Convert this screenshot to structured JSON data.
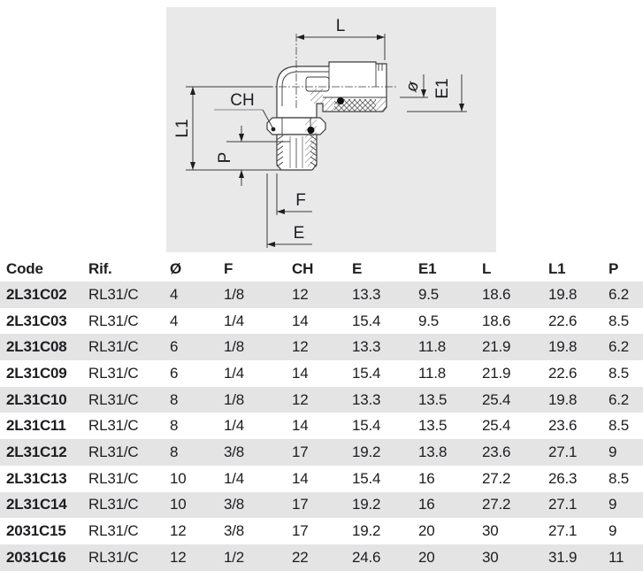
{
  "diagram": {
    "labels": {
      "l": "L",
      "dia": "ø",
      "e1": "E1",
      "ch": "CH",
      "l1": "L1",
      "p": "P",
      "f": "F",
      "e": "E"
    }
  },
  "table": {
    "columns": [
      "Code",
      "Rif.",
      "Ø",
      "F",
      "CH",
      "E",
      "E1",
      "L",
      "L1",
      "P"
    ],
    "rows": [
      [
        "2L31C02",
        "RL31/C",
        "4",
        "1/8",
        "12",
        "13.3",
        "9.5",
        "18.6",
        "19.8",
        "6.2"
      ],
      [
        "2L31C03",
        "RL31/C",
        "4",
        "1/4",
        "14",
        "15.4",
        "9.5",
        "18.6",
        "22.6",
        "8.5"
      ],
      [
        "2L31C08",
        "RL31/C",
        "6",
        "1/8",
        "12",
        "13.3",
        "11.8",
        "21.9",
        "19.8",
        "6.2"
      ],
      [
        "2L31C09",
        "RL31/C",
        "6",
        "1/4",
        "14",
        "15.4",
        "11.8",
        "21.9",
        "22.6",
        "8.5"
      ],
      [
        "2L31C10",
        "RL31/C",
        "8",
        "1/8",
        "12",
        "13.3",
        "13.5",
        "25.4",
        "19.8",
        "6.2"
      ],
      [
        "2L31C11",
        "RL31/C",
        "8",
        "1/4",
        "14",
        "15.4",
        "13.5",
        "25.4",
        "23.6",
        "8.5"
      ],
      [
        "2L31C12",
        "RL31/C",
        "8",
        "3/8",
        "17",
        "19.2",
        "13.8",
        "23.6",
        "27.1",
        "9"
      ],
      [
        "2L31C13",
        "RL31/C",
        "10",
        "1/4",
        "14",
        "15.4",
        "16",
        "27.2",
        "26.3",
        "8.5"
      ],
      [
        "2L31C14",
        "RL31/C",
        "10",
        "3/8",
        "17",
        "19.2",
        "16",
        "27.2",
        "27.1",
        "9"
      ],
      [
        "2031C15",
        "RL31/C",
        "12",
        "3/8",
        "17",
        "19.2",
        "20",
        "30",
        "27.1",
        "9"
      ],
      [
        "2031C16",
        "RL31/C",
        "12",
        "1/2",
        "22",
        "24.6",
        "20",
        "30",
        "31.9",
        "11"
      ]
    ]
  },
  "colors": {
    "stripe_gray": "#e4e4e4",
    "diagram_bg": "#e9e9e9",
    "ink": "#1d1d22",
    "line": "#3c3c3b",
    "leader_gray": "#9c9c9c"
  }
}
